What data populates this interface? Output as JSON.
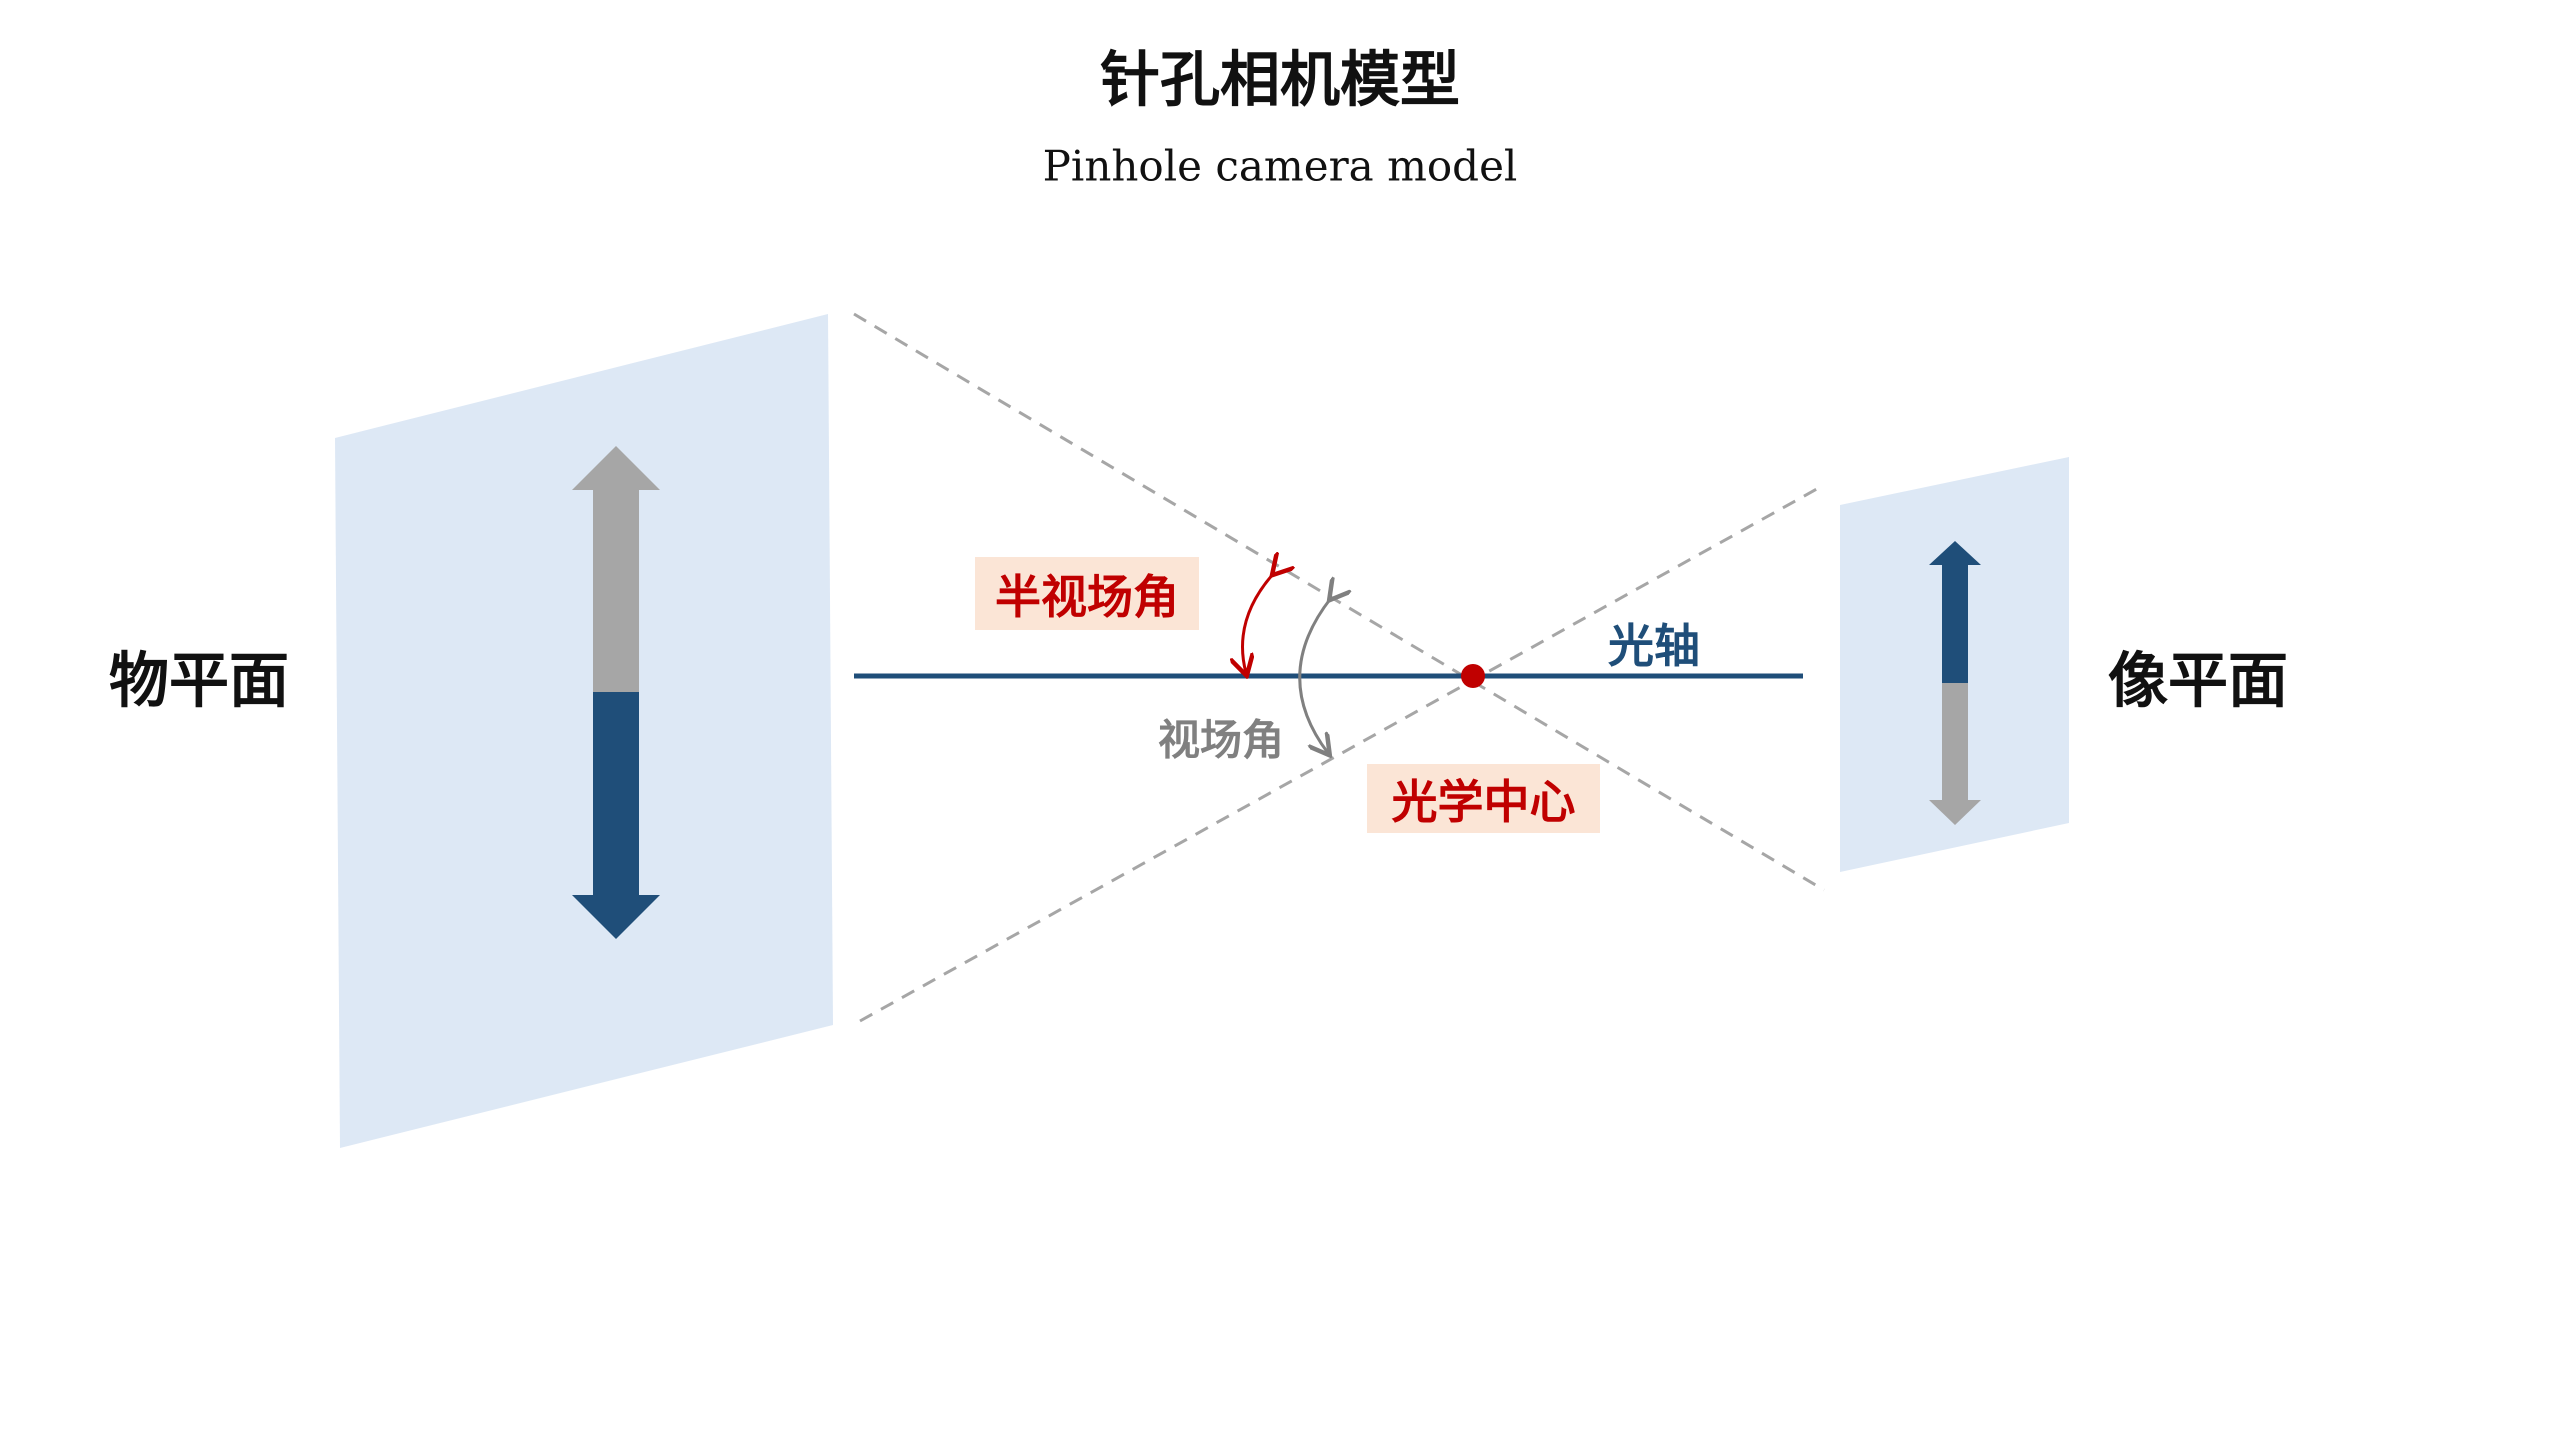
{
  "title": "针孔相机模型",
  "subtitle": "Pinhole camera model",
  "labels": {
    "object_plane": "物平面",
    "image_plane": "像平面",
    "half_fov": "半视场角",
    "fov": "视场角",
    "optical_axis": "光轴",
    "optical_center": "光学中心"
  },
  "colors": {
    "plane": "#dde8f5",
    "dark_blue": "#1f4e79",
    "gray": "#a6a6a6",
    "red": "#c00000",
    "label_bg": "#fbe5d6"
  }
}
